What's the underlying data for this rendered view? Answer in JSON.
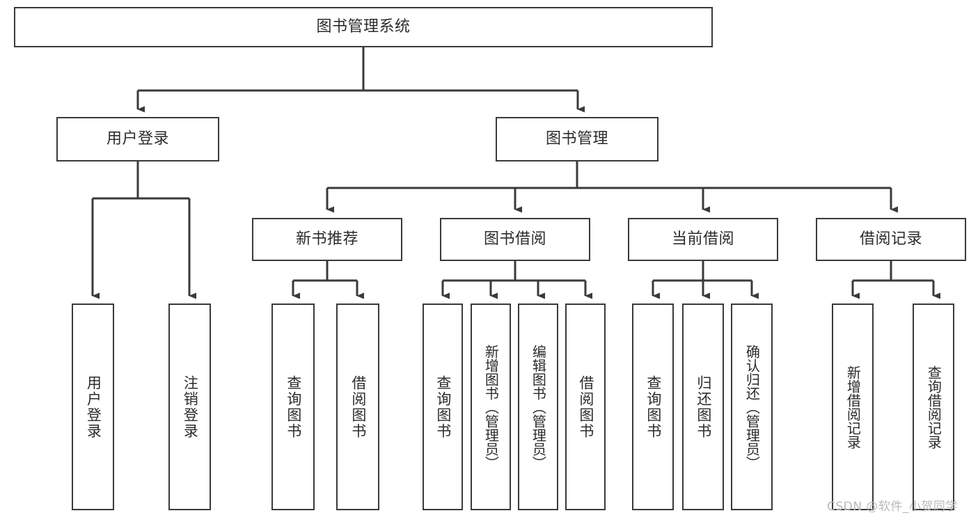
{
  "diagram": {
    "title": "图书管理系统",
    "root": {
      "id": "root",
      "label": "图书管理系统"
    },
    "level2": [
      {
        "id": "user-login",
        "label": "用户登录"
      },
      {
        "id": "book-management",
        "label": "图书管理"
      }
    ],
    "level3": [
      {
        "id": "new-book-recommend",
        "label": "新书推荐"
      },
      {
        "id": "book-borrow",
        "label": "图书借阅"
      },
      {
        "id": "current-borrow",
        "label": "当前借阅"
      },
      {
        "id": "borrow-record",
        "label": "借阅记录"
      }
    ],
    "leaves": [
      {
        "id": "leaf-user-login",
        "label": "用户登录",
        "parent": "user-login"
      },
      {
        "id": "leaf-logout-login",
        "label": "注销登录",
        "parent": "user-login"
      },
      {
        "id": "leaf-query-book-1",
        "label": "查询图书",
        "parent": "new-book-recommend"
      },
      {
        "id": "leaf-borrow-book-1",
        "label": "借阅图书",
        "parent": "new-book-recommend"
      },
      {
        "id": "leaf-query-book-2",
        "label": "查询图书",
        "parent": "book-borrow"
      },
      {
        "id": "leaf-add-book",
        "label": "新增图书（管理员）",
        "parent": "book-borrow"
      },
      {
        "id": "leaf-edit-book",
        "label": "编辑图书（管理员）",
        "parent": "book-borrow"
      },
      {
        "id": "leaf-borrow-book-2",
        "label": "借阅图书",
        "parent": "book-borrow"
      },
      {
        "id": "leaf-query-book-3",
        "label": "查询图书",
        "parent": "current-borrow"
      },
      {
        "id": "leaf-return-book",
        "label": "归还图书",
        "parent": "current-borrow"
      },
      {
        "id": "leaf-confirm-return",
        "label": "确认归还（管理员）",
        "parent": "current-borrow"
      },
      {
        "id": "leaf-add-borrow-record",
        "label": "新增借阅记录",
        "parent": "borrow-record"
      },
      {
        "id": "leaf-query-borrow-record",
        "label": "查询借阅记录",
        "parent": "borrow-record"
      }
    ],
    "watermark": "CSDN @软件_小贺同学",
    "colors": {
      "stroke": "#3a3a3a",
      "text": "#2b2b2b",
      "background": "#ffffff",
      "watermark": "#b9b9b9"
    }
  }
}
